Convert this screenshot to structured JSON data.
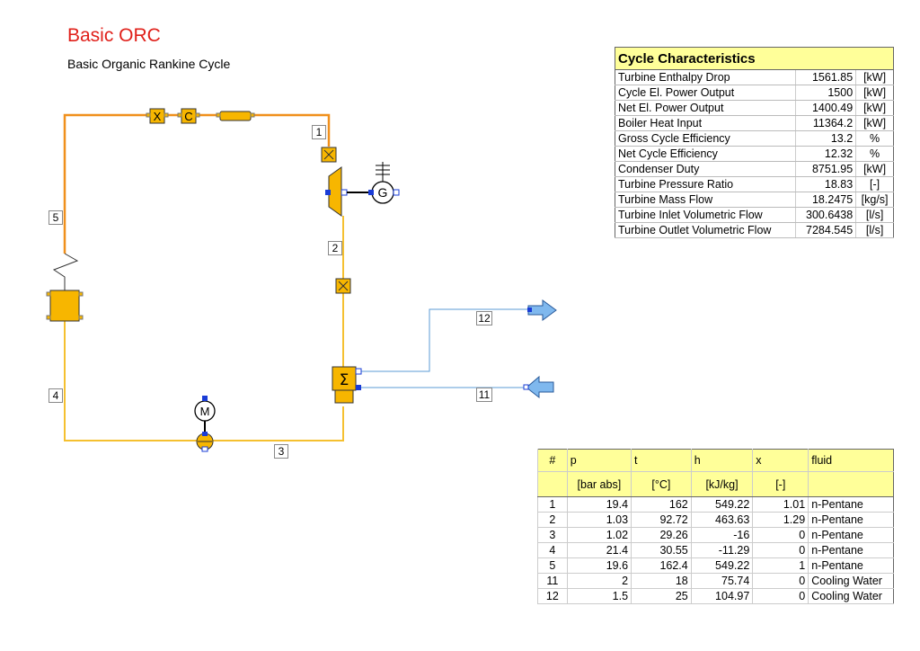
{
  "header": {
    "title": "Basic ORC",
    "subtitle": "Basic Organic Rankine Cycle"
  },
  "colors": {
    "hot_line": "#f0901c",
    "cold_line": "#f5c030",
    "component_fill": "#f7b600",
    "cooling_line": "#5b9bd5",
    "title": "#e0201a",
    "table_header": "#ffff99"
  },
  "diagram": {
    "components": [
      "compressor-X-icon",
      "compressor-C-icon",
      "pipe-icon",
      "valve-icon",
      "turbine-icon",
      "generator-icon",
      "condenser-icon",
      "pump-icon",
      "motor-icon",
      "boiler-icon",
      "outlet-arrow-icon",
      "inlet-arrow-icon"
    ],
    "x_label": "X",
    "c_label": "C",
    "g_label": "G",
    "m_label": "M",
    "sigma_label": "Σ",
    "stream_labels": [
      "1",
      "2",
      "3",
      "4",
      "5",
      "11",
      "12"
    ]
  },
  "cycle_characteristics": {
    "title": "Cycle Characteristics",
    "rows": [
      {
        "name": "Turbine Enthalpy Drop",
        "value": "1561.85",
        "unit": "[kW]"
      },
      {
        "name": "Cycle El. Power Output",
        "value": "1500",
        "unit": "[kW]"
      },
      {
        "name": "Net El. Power Output",
        "value": "1400.49",
        "unit": "[kW]"
      },
      {
        "name": "Boiler Heat Input",
        "value": "11364.2",
        "unit": "[kW]"
      },
      {
        "name": "Gross Cycle Efficiency",
        "value": "13.2",
        "unit": "%"
      },
      {
        "name": "Net Cycle Efficiency",
        "value": "12.32",
        "unit": "%"
      },
      {
        "name": "Condenser Duty",
        "value": "8751.95",
        "unit": "[kW]"
      },
      {
        "name": "Turbine Pressure Ratio",
        "value": "18.83",
        "unit": "[-]"
      },
      {
        "name": "Turbine Mass Flow",
        "value": "18.2475",
        "unit": "[kg/s]"
      },
      {
        "name": "Turbine Inlet Volumetric Flow",
        "value": "300.6438",
        "unit": "[l/s]"
      },
      {
        "name": "Turbine Outlet Volumetric Flow",
        "value": "7284.545",
        "unit": "[l/s]"
      }
    ]
  },
  "state_table": {
    "headers": [
      "#",
      "p",
      "t",
      "h",
      "x",
      "fluid"
    ],
    "units": [
      "",
      "[bar abs]",
      "[°C]",
      "[kJ/kg]",
      "[-]",
      ""
    ],
    "rows": [
      {
        "id": "1",
        "p": "19.4",
        "t": "162",
        "h": "549.22",
        "x": "1.01",
        "fluid": "n-Pentane"
      },
      {
        "id": "2",
        "p": "1.03",
        "t": "92.72",
        "h": "463.63",
        "x": "1.29",
        "fluid": "n-Pentane"
      },
      {
        "id": "3",
        "p": "1.02",
        "t": "29.26",
        "h": "-16",
        "x": "0",
        "fluid": "n-Pentane"
      },
      {
        "id": "4",
        "p": "21.4",
        "t": "30.55",
        "h": "-11.29",
        "x": "0",
        "fluid": "n-Pentane"
      },
      {
        "id": "5",
        "p": "19.6",
        "t": "162.4",
        "h": "549.22",
        "x": "1",
        "fluid": "n-Pentane"
      },
      {
        "id": "11",
        "p": "2",
        "t": "18",
        "h": "75.74",
        "x": "0",
        "fluid": "Cooling Water"
      },
      {
        "id": "12",
        "p": "1.5",
        "t": "25",
        "h": "104.97",
        "x": "0",
        "fluid": "Cooling Water"
      }
    ]
  }
}
